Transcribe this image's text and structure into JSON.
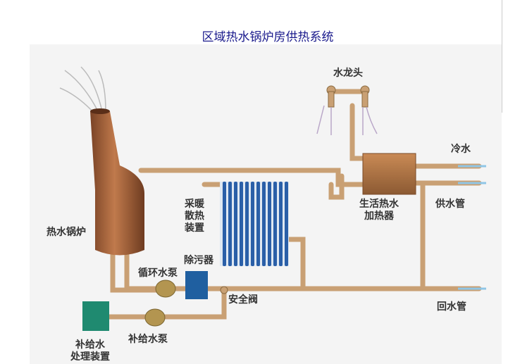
{
  "title": "区域热水锅炉房供热系统",
  "labels": {
    "faucet": "水龙头",
    "cold_water": "冷水",
    "supply_pipe": "供水管",
    "heater_line1": "生活热水",
    "heater_line2": "加热器",
    "radiator_line1": "采暖",
    "radiator_line2": "散热",
    "radiator_line3": "装置",
    "boiler": "热水锅炉",
    "dirt_separator": "除污器",
    "circulation_pump": "循环水泵",
    "safety_valve": "安全阀",
    "return_pipe": "回水管",
    "treatment_line1": "补给水",
    "treatment_line2": "处理装置",
    "makeup_pump": "补给水泵"
  },
  "colors": {
    "title": "#1a1a8c",
    "pipe": "#c9a074",
    "boiler": "#a5623c",
    "radiator": "#2a5fa8",
    "treatment": "#1f8a70",
    "separator": "#1f5fa0"
  }
}
